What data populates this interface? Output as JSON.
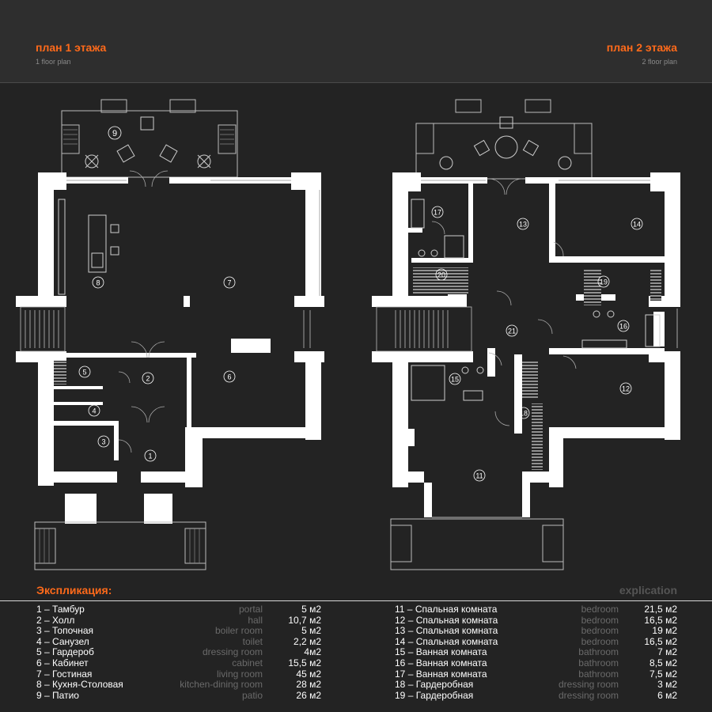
{
  "header": {
    "left_title": "план 1 этажа",
    "left_subtitle": "1 floor plan",
    "right_title": "план 2 этажа",
    "right_subtitle": "2 floor plan"
  },
  "colors": {
    "accent": "#ff6a1a",
    "background": "#232323",
    "wall": "#ffffff"
  },
  "rooms_floor1": [
    "1",
    "2",
    "3",
    "4",
    "5",
    "6",
    "7",
    "8",
    "9"
  ],
  "rooms_floor2": [
    "11",
    "12",
    "13",
    "14",
    "15",
    "16",
    "17",
    "18",
    "19",
    "20",
    "21"
  ],
  "explication": {
    "title": "Экспликация:",
    "title_en": "explication",
    "left": [
      {
        "num": "1",
        "name": "Тамбур",
        "en": "portal",
        "area": "5 м2"
      },
      {
        "num": "2",
        "name": "Холл",
        "en": "hall",
        "area": "10,7 м2"
      },
      {
        "num": "3",
        "name": "Топочная",
        "en": "boiler room",
        "area": "5 м2"
      },
      {
        "num": "4",
        "name": "Санузел",
        "en": "toilet",
        "area": "2,2 м2"
      },
      {
        "num": "5",
        "name": "Гардероб",
        "en": "dressing room",
        "area": "4м2"
      },
      {
        "num": "6",
        "name": "Кабинет",
        "en": "cabinet",
        "area": "15,5 м2"
      },
      {
        "num": "7",
        "name": "Гостиная",
        "en": "living room",
        "area": "45 м2"
      },
      {
        "num": "8",
        "name": "Кухня-Столовая",
        "en": "kitchen-dining room",
        "area": "28 м2"
      },
      {
        "num": "9",
        "name": "Патио",
        "en": "patio",
        "area": "26 м2"
      }
    ],
    "right": [
      {
        "num": "11",
        "name": "Спальная комната",
        "en": "bedroom",
        "area": "21,5 м2"
      },
      {
        "num": "12",
        "name": "Спальная комната",
        "en": "bedroom",
        "area": "16,5 м2"
      },
      {
        "num": "13",
        "name": "Спальная комната",
        "en": "bedroom",
        "area": "19 м2"
      },
      {
        "num": "14",
        "name": "Спальная комната",
        "en": "bedroom",
        "area": "16,5 м2"
      },
      {
        "num": "15",
        "name": "Ванная комната",
        "en": "bathroom",
        "area": "7 м2"
      },
      {
        "num": "16",
        "name": "Ванная комната",
        "en": "bathroom",
        "area": "8,5 м2"
      },
      {
        "num": "17",
        "name": "Ванная комната",
        "en": "bathroom",
        "area": "7,5 м2"
      },
      {
        "num": "18",
        "name": "Гардеробная",
        "en": "dressing room",
        "area": "3 м2"
      },
      {
        "num": "19",
        "name": "Гардеробная",
        "en": "dressing room",
        "area": "6 м2"
      }
    ]
  }
}
